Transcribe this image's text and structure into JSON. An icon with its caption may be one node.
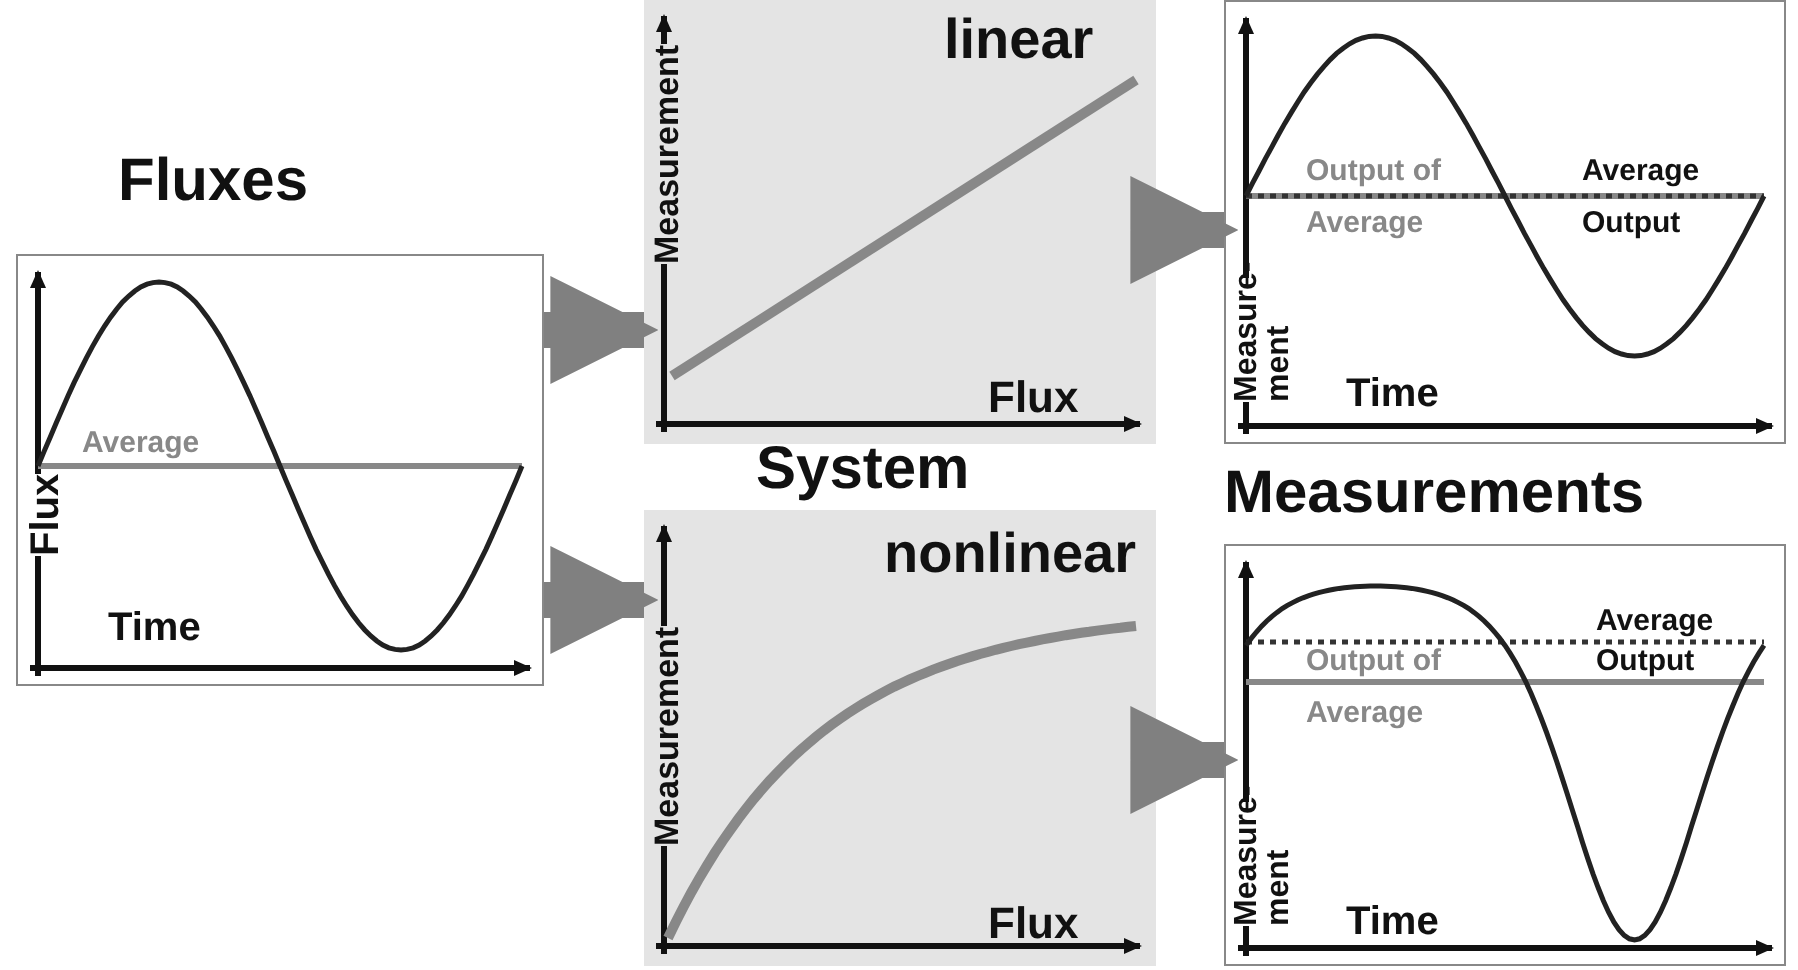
{
  "diagram": {
    "nodes": [
      {
        "text": [
          "Fluxes",
          "Average",
          "Flux",
          "Time"
        ]
      },
      {
        "text": [
          "linear",
          "Measurement",
          "Flux"
        ]
      },
      {
        "text": [
          "nonlinear",
          "Measurement",
          "Flux"
        ]
      },
      {
        "text": [
          "Output of Average",
          "Average Output",
          "Measure- ment",
          "Time"
        ]
      },
      {
        "text": [
          "Average Output",
          "Output of Average",
          "Measure- ment",
          "Time"
        ]
      }
    ],
    "edges": [
      {
        "from": 0,
        "to": 1,
        "arrow": "to"
      },
      {
        "from": 0,
        "to": 2,
        "arrow": "to"
      },
      {
        "from": 1,
        "to": 3,
        "arrow": "to"
      },
      {
        "from": 2,
        "to": 4,
        "arrow": "to"
      }
    ],
    "labels": [
      "System",
      "Measurements"
    ]
  }
}
